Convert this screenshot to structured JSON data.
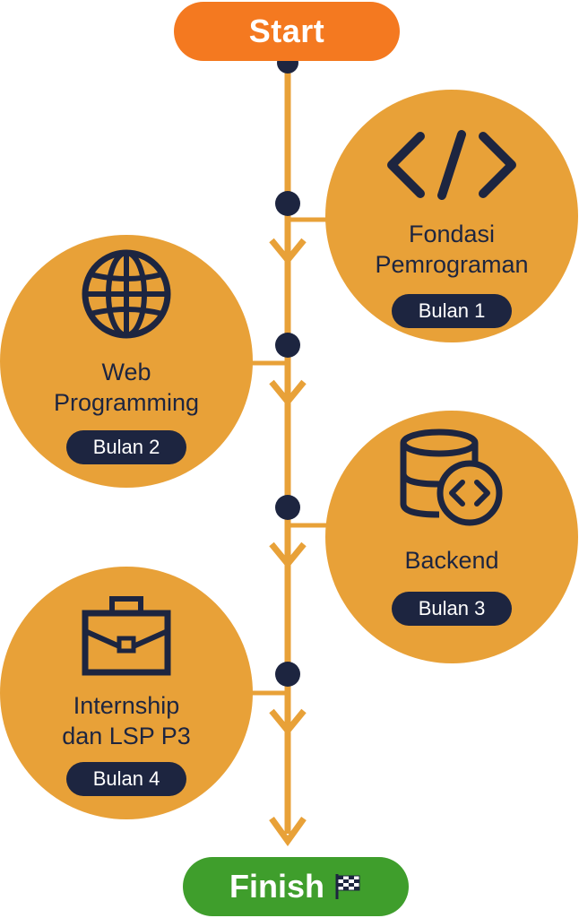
{
  "colors": {
    "orange_dark": "#f47920",
    "orange_light": "#e8a138",
    "navy": "#1d2540",
    "green": "#3f9e2c",
    "white": "#ffffff"
  },
  "start": {
    "label": "Start"
  },
  "finish": {
    "label": "Finish",
    "flag_icon": "checkered-flag-icon"
  },
  "stages": [
    {
      "title": "Fondasi\nPemrograman",
      "badge": "Bulan 1",
      "icon": "code-icon"
    },
    {
      "title": "Web\nProgramming",
      "badge": "Bulan 2",
      "icon": "globe-icon"
    },
    {
      "title": "Backend",
      "badge": "Bulan 3",
      "icon": "database-code-icon"
    },
    {
      "title": "Internship\ndan LSP P3",
      "badge": "Bulan 4",
      "icon": "briefcase-icon"
    }
  ]
}
